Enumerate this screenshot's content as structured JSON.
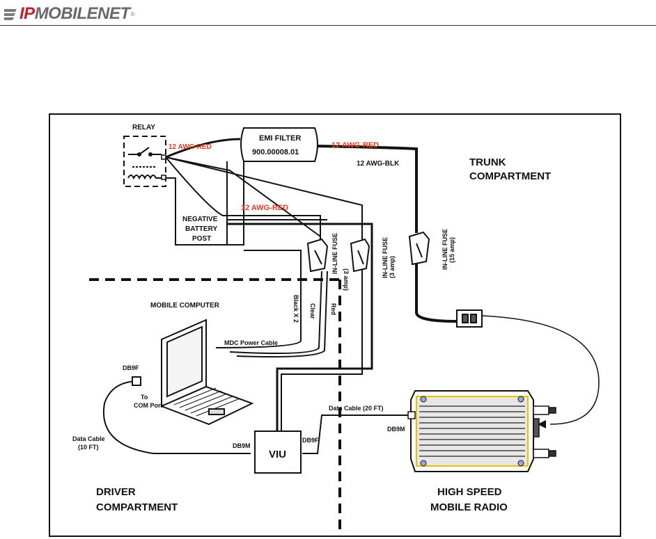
{
  "header": {
    "logo_text": "IP MOBILENET",
    "logo_prefix": "IP",
    "logo_rest": "MOBILENET",
    "logo_mark": ""
  },
  "diagram": {
    "relay": "RELAY",
    "emi_filter_line1": "EMI FILTER",
    "emi_filter_line2": "900.00008.01",
    "awg_red_relay": "12 AWG-RED",
    "awg_red_emi": "12 AWG-RED",
    "awg_blk": "12 AWG-BLK",
    "awg_red_mid": "12 AWG-RED",
    "trunk_line1": "TRUNK",
    "trunk_line2": "COMPARTMENT",
    "neg_line1": "NEGATIVE",
    "neg_line2": "BATTERY",
    "neg_line3": "POST",
    "fuse3a_line1": "IN-LINE FUSE",
    "fuse3a_line2": "(3 amp)",
    "fuse3b_line1": "IN-LINE FUSE",
    "fuse3b_line2": "(3 amp)",
    "fuse15_line1": "IN-LINE FUSE",
    "fuse15_line2": "(15 amp)",
    "mobile_computer": "MOBILE COMPUTER",
    "black_x2": "Black X 2",
    "clear": "Clear",
    "red": "Red",
    "mdc_power_cable": "MDC Power Cable",
    "db9f_top": "DB9F",
    "to_com_line1": "To",
    "to_com_line2": "COM Port",
    "data_cable_10_line1": "Data Cable",
    "data_cable_10_line2": "(10 FT)",
    "db9m_left": "DB9M",
    "viu": "VIU",
    "db9f_right": "DB9F",
    "data_cable_20": "Data Cable (20 FT)",
    "db9m_right": "DB9M",
    "driver_line1": "DRIVER",
    "driver_line2": "COMPARTMENT",
    "radio_line1": "HIGH SPEED",
    "radio_line2": "MOBILE RADIO"
  },
  "colors": {
    "accent_red": "#e23a1a",
    "radio_outline": "#e8c000",
    "logo_red": "#c0202a"
  }
}
